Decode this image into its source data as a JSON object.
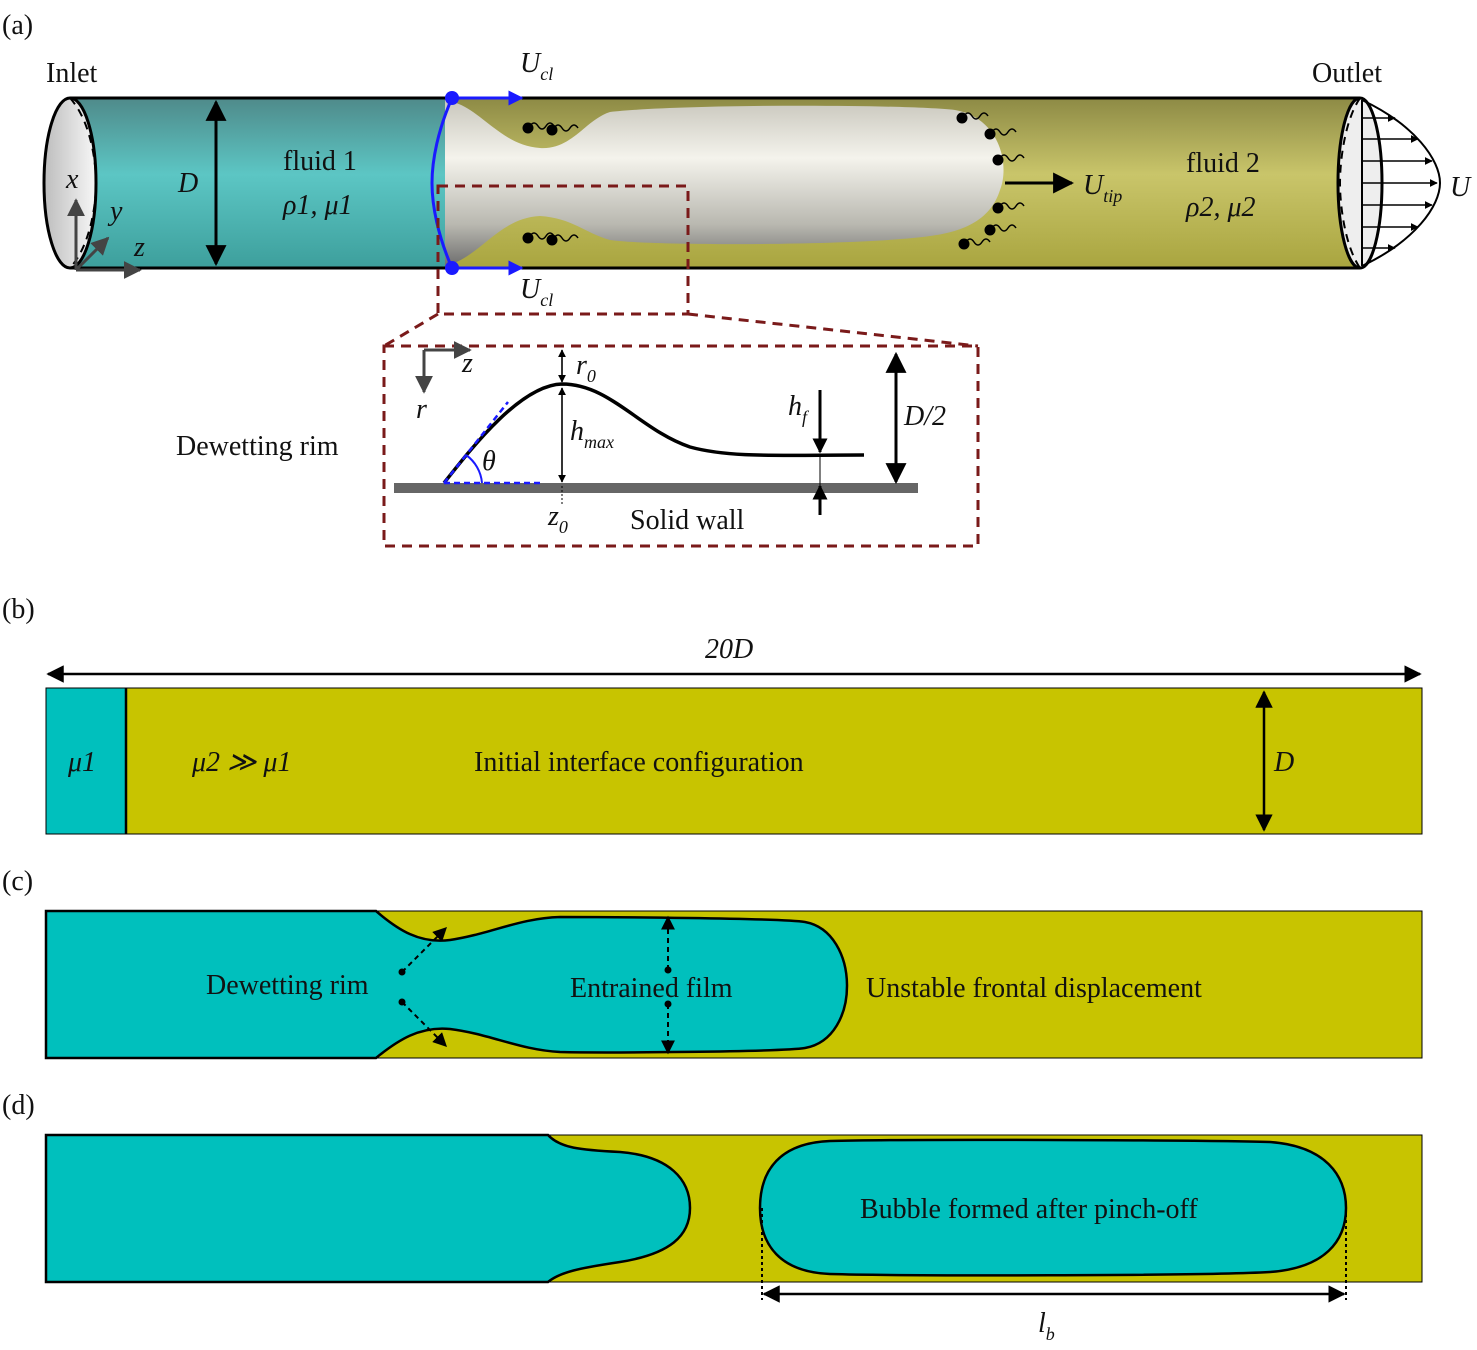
{
  "colors": {
    "fluid1": "#4aaeaa",
    "fluid2": "#b7b34e",
    "cyan": "#00c0bd",
    "olive": "#c8c400",
    "bubble": "#dcdad2",
    "accent_blue": "#1a1aff",
    "dash_red": "#7a1a1a",
    "wall": "#666666"
  },
  "panel_a": {
    "tag": "(a)",
    "inlet": "Inlet",
    "outlet": "Outlet",
    "fluid1": "fluid 1",
    "fluid1_props": "ρ1, μ1",
    "fluid2": "fluid 2",
    "fluid2_props": "ρ2, μ2",
    "D": "D",
    "U": "U",
    "U_tip": "U",
    "U_tip_sub": "tip",
    "U_cl": "U",
    "U_cl_sub": "cl",
    "axis_x": "x",
    "axis_y": "y",
    "axis_z": "z"
  },
  "inset": {
    "title": "Dewetting rim",
    "axis_z": "z",
    "axis_r": "r",
    "r0": "r",
    "r0_sub": "0",
    "hmax": "h",
    "hmax_sub": "max",
    "hf": "h",
    "hf_sub": "f",
    "half_D": "D/2",
    "theta": "θ",
    "z0": "z",
    "z0_sub": "0",
    "wall": "Solid wall"
  },
  "panel_b": {
    "tag": "(b)",
    "length": "20D",
    "mu1": "μ1",
    "mu_relation": "μ2 ≫ μ1",
    "caption": "Initial interface configuration",
    "D": "D"
  },
  "panel_c": {
    "tag": "(c)",
    "rim": "Dewetting rim",
    "film": "Entrained film",
    "front": "Unstable frontal displacement"
  },
  "panel_d": {
    "tag": "(d)",
    "bubble": "Bubble formed after pinch-off",
    "lb": "l",
    "lb_sub": "b"
  }
}
